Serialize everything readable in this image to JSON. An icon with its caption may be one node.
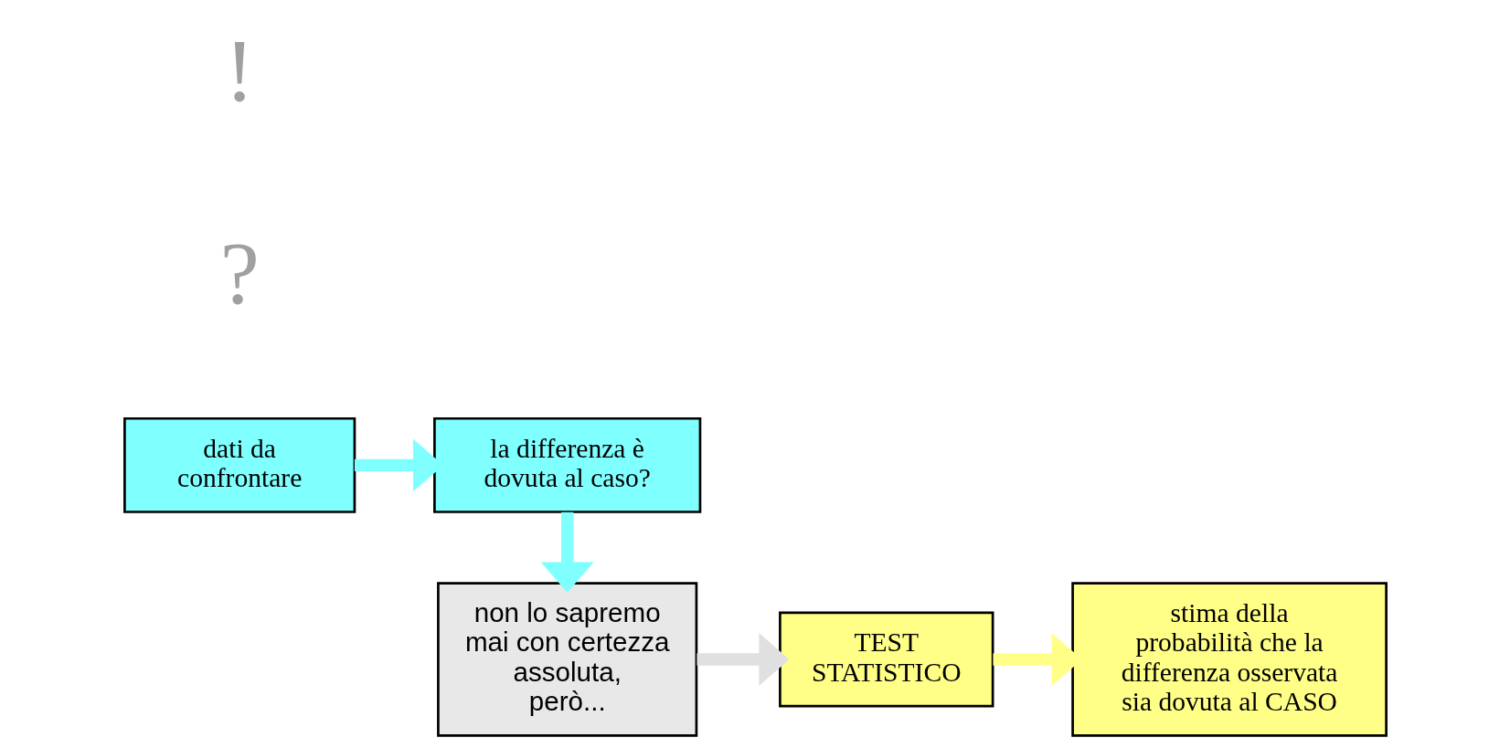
{
  "diagram": {
    "nodes": [
      {
        "text": [
          "dati da confrontare"
        ]
      },
      {
        "text": [
          "la differenza è dovuta al caso?"
        ]
      },
      {
        "text": [
          "non lo sapremo mai con certezza assoluta, però..."
        ]
      },
      {
        "text": [
          "TEST STATISTICO"
        ]
      },
      {
        "text": [
          "stima della probabilità che la differenza osservata sia dovuta al CASO"
        ]
      }
    ],
    "edges": [
      {
        "from": 0,
        "to": 1,
        "arrow": "to"
      },
      {
        "from": 1,
        "to": 2,
        "arrow": "to"
      },
      {
        "from": 2,
        "to": 3,
        "arrow": "to",
        "color": "#e0e0e0"
      },
      {
        "from": 3,
        "to": 4,
        "arrow": "to",
        "color": "#ffff88"
      }
    ],
    "labels": [
      "?",
      "!"
    ]
  }
}
